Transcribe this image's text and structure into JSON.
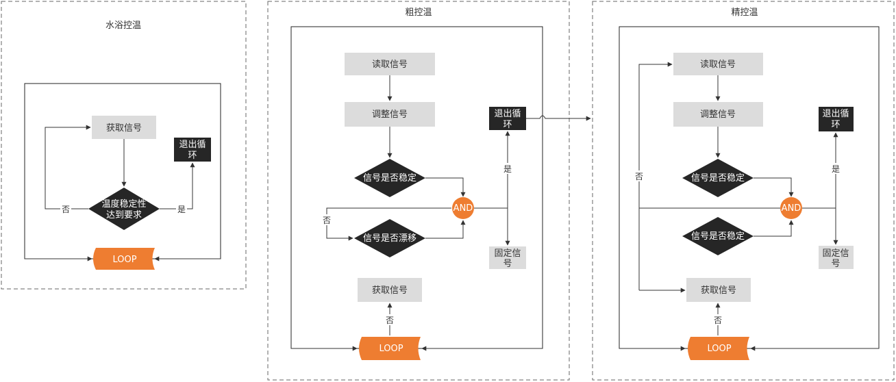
{
  "colors": {
    "gray_box": "#dcdcdc",
    "dark_box": "#262626",
    "orange": "#ee7d31",
    "line": "#333333",
    "frame": "#222222",
    "dashed": "#666666"
  },
  "panels": {
    "water_bath": {
      "title": "水浴控温",
      "get_signal": "获取信号",
      "check_line1": "温度稳定性",
      "check_line2": "达到要求",
      "exit_line1": "退出循",
      "exit_line2": "环",
      "loop": "LOOP",
      "yes": "是",
      "no": "否"
    },
    "coarse": {
      "title": "粗控温",
      "read_signal": "读取信号",
      "adjust_signal": "调整信号",
      "check_stable": "信号是否稳定",
      "check_drift": "信号是否漂移",
      "and": "AND",
      "exit_line1": "退出循",
      "exit_line2": "环",
      "fix_line1": "固定信",
      "fix_line2": "号",
      "get_signal": "获取信号",
      "loop": "LOOP",
      "yes": "是",
      "no_drift": "否",
      "no_loop": "否"
    },
    "fine": {
      "title": "精控温",
      "read_signal": "读取信号",
      "adjust_signal": "调整信号",
      "check_stable_1": "信号是否稳定",
      "check_stable_2": "信号是否稳定",
      "and": "AND",
      "exit_line1": "退出循",
      "exit_line2": "环",
      "fix_line1": "固定信",
      "fix_line2": "号",
      "get_signal": "获取信号",
      "loop": "LOOP",
      "yes": "是",
      "no_side": "否",
      "no_loop": "否"
    }
  }
}
